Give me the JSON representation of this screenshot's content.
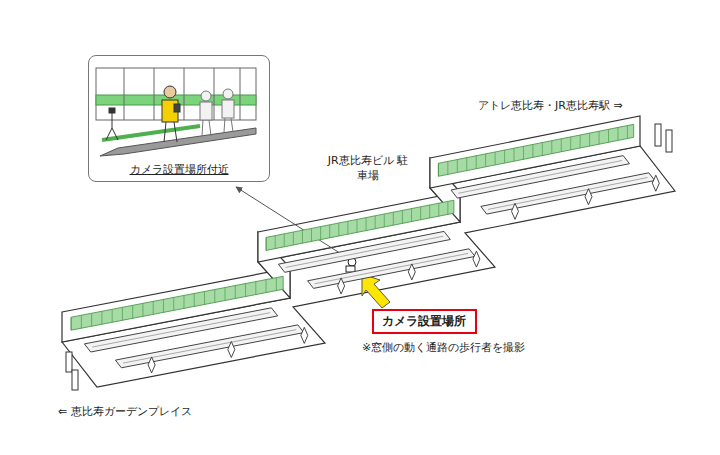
{
  "diagram": {
    "nodes": [
      {
        "text": [
          "カメラ設置場所付近"
        ]
      },
      {
        "text": [
          "カメラ設置場所"
        ]
      }
    ],
    "labels": [
      "アトレ恵比寿・JR恵比寿駅 ⇒",
      "JR恵比寿ビル 駐車場",
      "※窓側の動く通路の歩行者を撮影",
      "⇐ 恵比寿ガーデンプレイス"
    ]
  }
}
